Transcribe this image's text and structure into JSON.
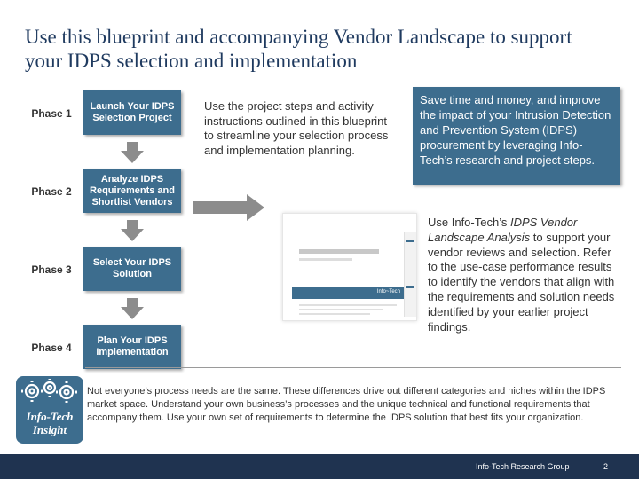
{
  "title": "Use this blueprint and accompanying Vendor Landscape to support your IDPS selection and implementation",
  "phases": [
    {
      "label": "Phase 1",
      "box": "Launch Your IDPS Selection Project"
    },
    {
      "label": "Phase 2",
      "box": "Analyze IDPS Requirements and Shortlist Vendors"
    },
    {
      "label": "Phase 3",
      "box": "Select Your IDPS Solution"
    },
    {
      "label": "Phase 4",
      "box": "Plan Your IDPS Implementation"
    }
  ],
  "steps_text": "Use the project steps and activity instructions outlined in this blueprint to streamline your selection process and implementation planning.",
  "callout": "Save time and money, and improve the impact of your Intrusion Detection and Prevention System (IDPS) procurement by leveraging Info-Tech’s research and project steps.",
  "vendor_text": {
    "before": "Use Info-Tech’s ",
    "italic": "IDPS Vendor Landscape Analysis",
    "after": " to support your vendor reviews and selection. Refer to the use-case performance results to identify the vendors that align with the requirements and solution needs identified by your earlier project findings."
  },
  "document_thumbnail": {
    "brand": "Info~Tech"
  },
  "insight": {
    "logo_line1": "Info-Tech",
    "logo_line2": "Insight",
    "text": "Not everyone’s process needs are the same. These differences drive out different categories and niches within the IDPS market space. Understand your own business’s processes and the unique technical and functional requirements that accompany them. Use your own set of requirements to determine the IDPS solution that best fits your organization."
  },
  "footer": {
    "org": "Info-Tech Research Group",
    "page": "2"
  },
  "colors": {
    "box_blue": "#3d6d8e",
    "title_navy": "#1f3a5f",
    "footer_navy": "#1f3350",
    "arrow_gray": "#8c8c8c"
  }
}
